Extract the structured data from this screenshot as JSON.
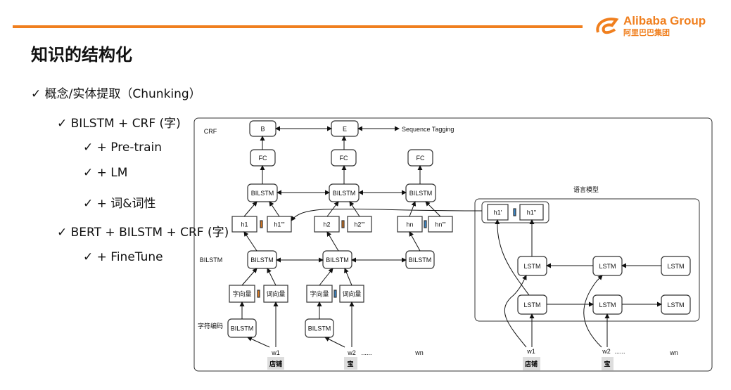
{
  "header": {
    "logo_text": "Alibaba Group",
    "logo_cn": "阿里巴巴集团",
    "accent": "#f07f1e"
  },
  "title": "知识的结构化",
  "bullets": [
    "✓ 概念/实体提取（Chunking）",
    "✓ BILSTM + CRF (字)",
    "✓ + Pre-train",
    "✓ + LM",
    "✓ + 词&词性",
    "✓ BERT + BILSTM + CRF (字)",
    "✓ + FineTune"
  ],
  "diagram": {
    "crf_label": "CRF",
    "bilstm_label": "BILSTM",
    "char_enc_label": "字符编码",
    "lm_label": "语言模型",
    "b": "B",
    "e": "E",
    "seq_tagging": "Sequence Tagging",
    "fc": "FC",
    "bilstm": "BILSTM",
    "lstm": "LSTM",
    "h1": "h1",
    "h1ppp": "h1'''",
    "h2": "h2",
    "h2ppp": "h2'''",
    "hn": "hn",
    "hnppp": "hn'''",
    "char_vec": "字向量",
    "word_vec": "词向量",
    "w1": "w1",
    "w2": "w2",
    "dots": "......",
    "wn": "wn",
    "tok1": "店铺",
    "tok2": "宝",
    "h1p": "h1'",
    "h1pp": "h1''"
  }
}
